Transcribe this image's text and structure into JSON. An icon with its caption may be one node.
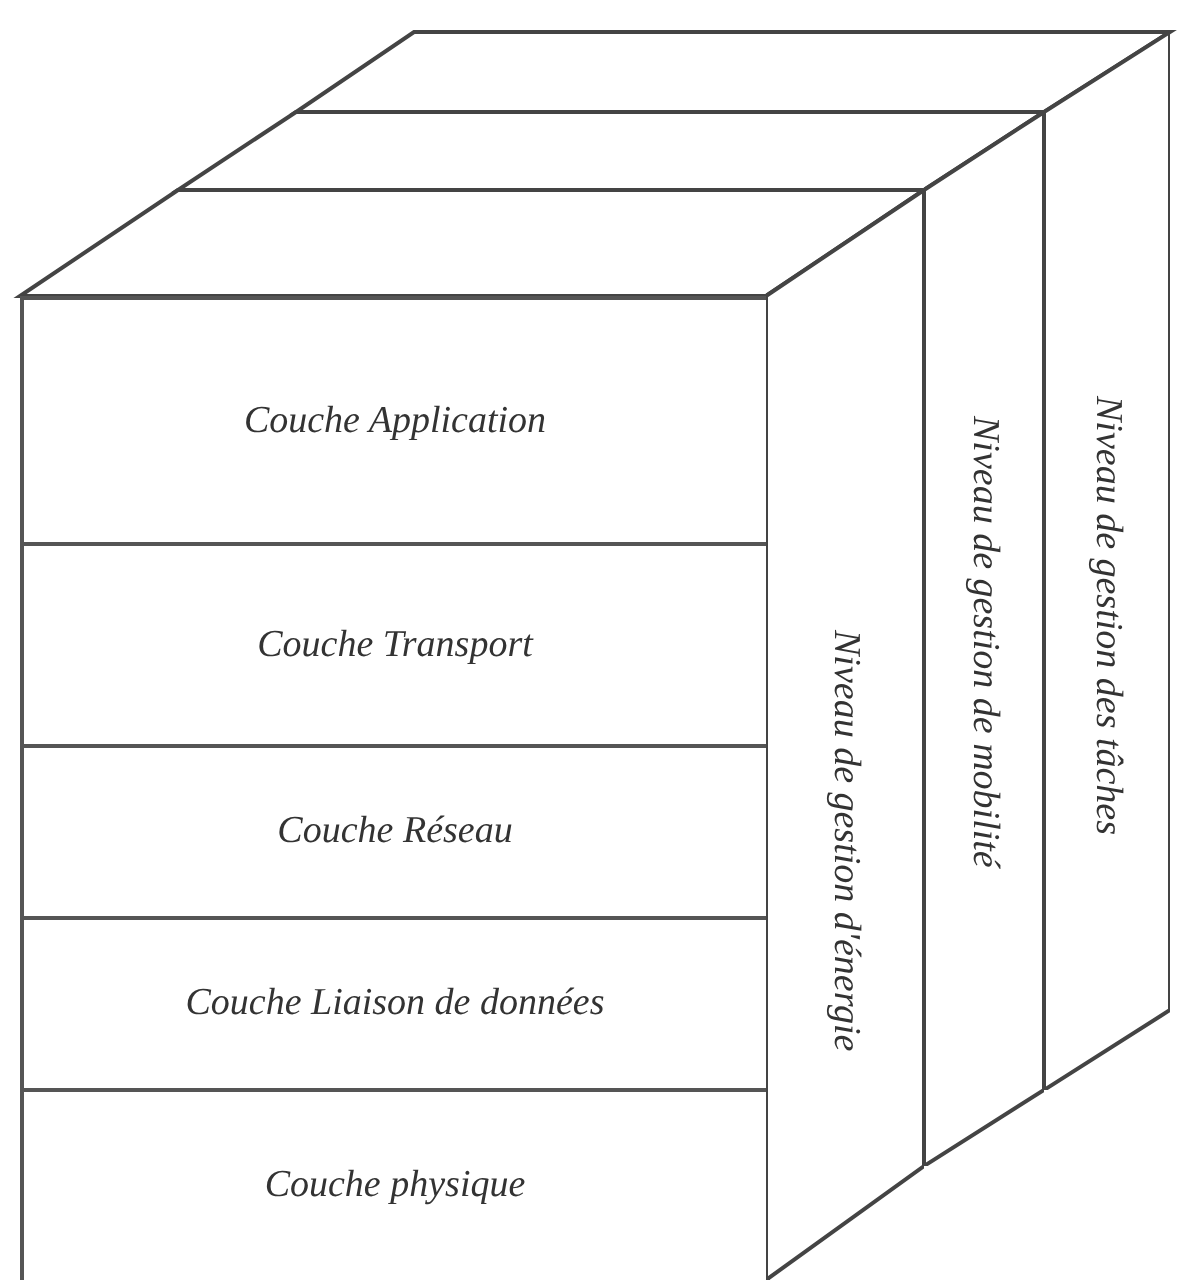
{
  "diagram": {
    "nodes": [
      {
        "text": [
          "Couche Application"
        ]
      },
      {
        "text": [
          "Couche Transport"
        ]
      },
      {
        "text": [
          "Couche Réseau"
        ]
      },
      {
        "text": [
          "Couche Liaison de données"
        ]
      },
      {
        "text": [
          "Couche physique"
        ]
      },
      {
        "text": [
          "Niveau de gestion d'énergie"
        ]
      },
      {
        "text": [
          "Niveau de gestion de mobilité"
        ]
      },
      {
        "text": [
          "Niveau de gestion des tâches"
        ]
      }
    ]
  }
}
